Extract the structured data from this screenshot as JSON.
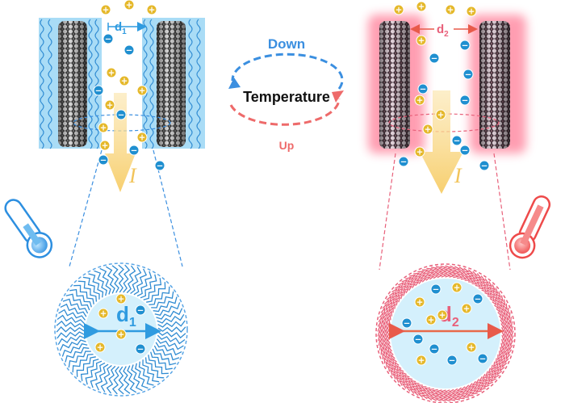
{
  "cycle": {
    "center_label": "Temperature",
    "top_label": "Down",
    "bottom_label": "Up",
    "down_color": "#3b8fe0",
    "up_color": "#ee6a6a"
  },
  "cold_state": {
    "distance_label_top": "d",
    "distance_sub_top": "1",
    "distance_label_zoom": "d",
    "distance_sub_zoom": "1",
    "current_label": "I",
    "accent_color": "#2f9be0",
    "glow_color": "#9fd2f5",
    "thermometer_icon": "thermometer-cold-icon"
  },
  "hot_state": {
    "distance_label_top": "d",
    "distance_sub_top": "2",
    "distance_label_zoom": "d",
    "distance_sub_zoom": "2",
    "current_label": "I",
    "accent_color": "#e8607a",
    "glow_color": "#ff6f8f",
    "thermometer_icon": "thermometer-hot-icon"
  },
  "ions": {
    "cation_symbol": "+",
    "anion_symbol": "−",
    "cation_color": "#e5b82a",
    "anion_color": "#1f8fd0"
  }
}
